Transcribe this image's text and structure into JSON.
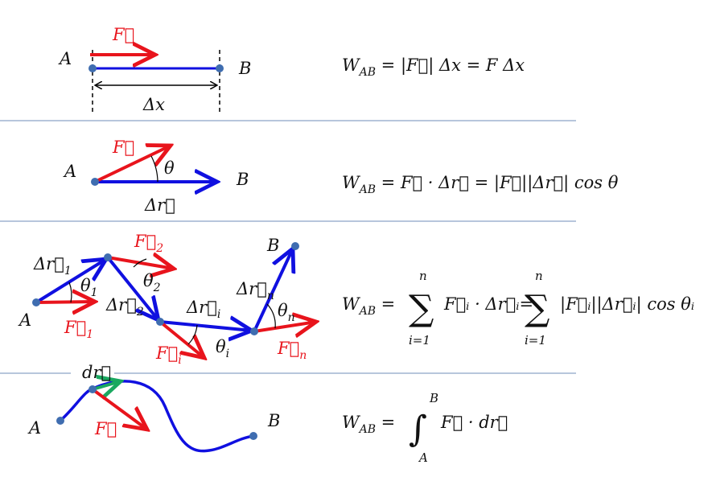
{
  "colors": {
    "force": "#e8141c",
    "path": "#1010e0",
    "point": "#3f6db0",
    "dr": "#1aa860",
    "separator": "#9fb4d0"
  },
  "row1": {
    "A": "A",
    "B": "B",
    "F": "F⃗",
    "dx": "Δx",
    "formula": {
      "W": "W",
      "sub": "AB",
      "rest": " = |F⃗| Δx = F Δx"
    }
  },
  "row2": {
    "A": "A",
    "B": "B",
    "F": "F⃗",
    "theta": "θ",
    "dr": "Δr⃗",
    "formula": {
      "W": "W",
      "sub": "AB",
      "rest": " = F⃗ · Δr⃗ = |F⃗||Δr⃗| cos θ"
    }
  },
  "row3": {
    "A": "A",
    "B": "B",
    "dr1": "Δr⃗",
    "dr1_sub": "1",
    "dr2": "Δr⃗",
    "dr2_sub": "2",
    "dri": "Δr⃗",
    "dri_sub": "i",
    "drn": "Δr⃗",
    "drn_sub": "n",
    "F1": "F⃗",
    "F1_sub": "1",
    "F2": "F⃗",
    "F2_sub": "2",
    "Fi": "F⃗",
    "Fi_sub": "i",
    "Fn": "F⃗",
    "Fn_sub": "n",
    "t1": "θ",
    "t1_sub": "1",
    "t2": "θ",
    "t2_sub": "2",
    "ti": "θ",
    "ti_sub": "i",
    "tn": "θ",
    "tn_sub": "n",
    "formula": {
      "W": "W",
      "sub": "AB",
      "eq": " =",
      "sum": "∑",
      "upper": "n",
      "lower": "i=1",
      "term1": "F⃗ᵢ · Δr⃗ᵢ=",
      "term2": "|F⃗ᵢ||Δr⃗ᵢ| cos θᵢ"
    }
  },
  "row4": {
    "A": "A",
    "B": "B",
    "F": "F⃗",
    "dr": "dr⃗",
    "formula": {
      "W": "W",
      "sub": "AB",
      "eq": " =",
      "integral": "∫",
      "upper": "B",
      "lower": "A",
      "rest": "F⃗ · dr⃗"
    }
  }
}
